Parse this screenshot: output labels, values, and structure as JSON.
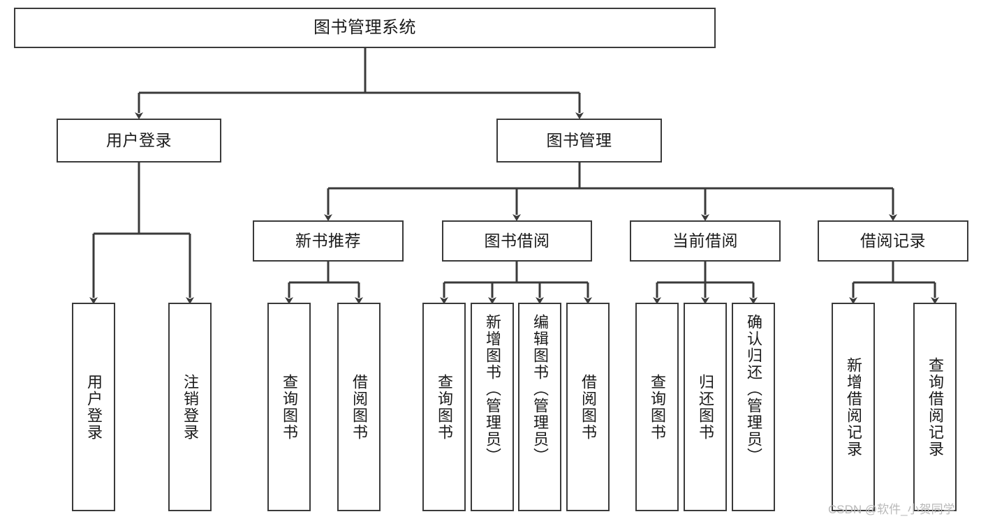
{
  "diagram": {
    "type": "tree-hierarchy",
    "title": "图书管理系统",
    "orientation": "top-down",
    "colors": {
      "box_border": "#3a3a3a",
      "box_fill": "#ffffff",
      "connector": "#3a3a3a",
      "text": "#1a1a1a",
      "watermark": "#b9b9b9"
    }
  },
  "root": {
    "label": "图书管理系统"
  },
  "level2": [
    {
      "label": "用户登录"
    },
    {
      "label": "图书管理"
    }
  ],
  "level3": [
    {
      "label": "新书推荐"
    },
    {
      "label": "图书借阅"
    },
    {
      "label": "当前借阅"
    },
    {
      "label": "借阅记录"
    }
  ],
  "leaves": {
    "user_login": [
      {
        "label": "用户登录"
      },
      {
        "label": "注销登录"
      }
    ],
    "new_book_recommend": [
      {
        "label": "查询图书"
      },
      {
        "label": "借阅图书"
      }
    ],
    "book_borrow": [
      {
        "label": "查询图书"
      },
      {
        "label": "新增图书（管理员）"
      },
      {
        "label": "编辑图书（管理员）"
      },
      {
        "label": "借阅图书"
      }
    ],
    "current_borrow": [
      {
        "label": "查询图书"
      },
      {
        "label": "归还图书"
      },
      {
        "label": "确认归还（管理员）"
      }
    ],
    "borrow_record": [
      {
        "label": "新增借阅记录"
      },
      {
        "label": "查询借阅记录"
      }
    ]
  },
  "watermark": {
    "text": "CSDN @软件_小贺同学"
  }
}
